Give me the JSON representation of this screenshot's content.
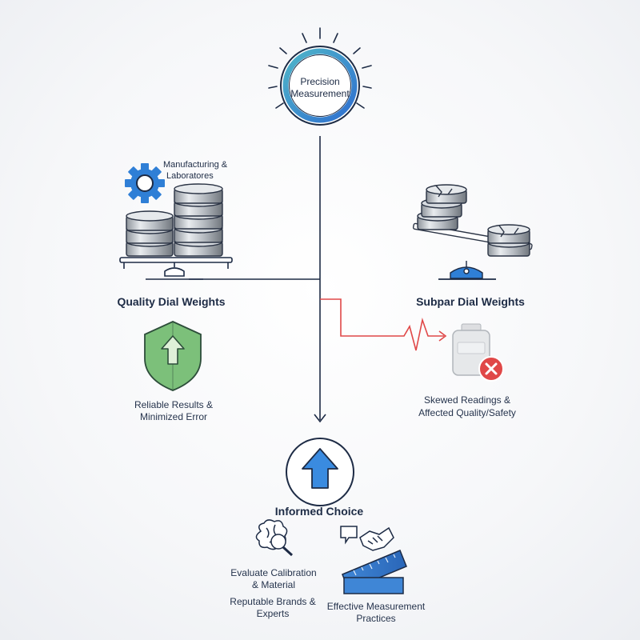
{
  "top": {
    "line1": "Precision",
    "line2": "Measurement"
  },
  "left": {
    "manufacturing_line1": "Manufacturing &",
    "manufacturing_line2": "Laboratores",
    "title": "Quality Dial Weights",
    "result_line1": "Reliable Results &",
    "result_line2": "Minimized Error"
  },
  "right": {
    "title": "Subpar Dial Weights",
    "result_line1": "Skewed Readings &",
    "result_line2": "Affected Quality/Safety"
  },
  "bottom": {
    "title": "Informed Choice",
    "evaluate_line1": "Evaluate Calibration",
    "evaluate_line2": "& Material",
    "brands_line1": "Reputable Brands &",
    "brands_line2": "Experts",
    "practices_line1": "Effective Measurement",
    "practices_line2": "Practices"
  },
  "colors": {
    "blue": "#2f7fd6",
    "teal": "#4fb6c9",
    "green": "#6db56b",
    "red": "#e04848",
    "navy": "#1d2b45"
  },
  "icons": [
    "gear-icon",
    "weights-stack-icon",
    "balance-scale-icon",
    "shield-arrow-icon",
    "tilted-scale-icon",
    "broken-weight-icon",
    "error-x-icon",
    "up-arrow-icon",
    "brain-magnifier-icon",
    "handshake-icon",
    "ruler-icon"
  ]
}
